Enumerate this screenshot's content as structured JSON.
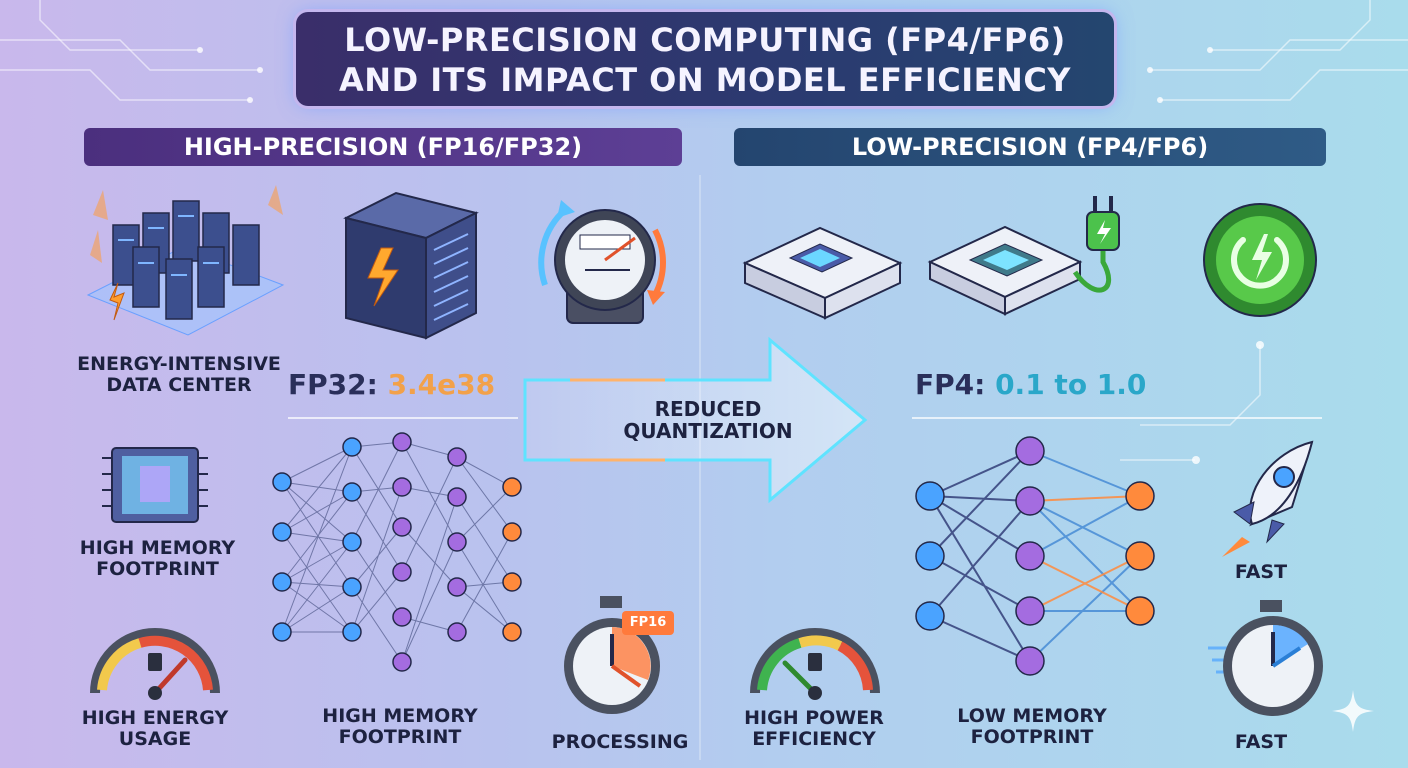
{
  "title": {
    "line1": "LOW-PRECISION COMPUTING (FP4/FP6)",
    "line2": "AND ITS IMPACT ON MODEL EFFICIENCY"
  },
  "left": {
    "header": "HIGH-PRECISION (FP16/FP32)",
    "datacenter_label_1": "ENERGY-INTENSIVE",
    "datacenter_label_2": "DATA CENTER",
    "range_prefix": "FP32: ",
    "range_value": "3.4e38",
    "memory_chip_label_1": "HIGH MEMORY",
    "memory_chip_label_2": "FOOTPRINT",
    "energy_label_1": "HIGH ENERGY",
    "energy_label_2": "USAGE",
    "network_label_1": "HIGH MEMORY",
    "network_label_2": "FOOTPRINT",
    "processing_label": "PROCESSING",
    "timer_badge": "FP16"
  },
  "center": {
    "arrow_label_1": "REDUCED",
    "arrow_label_2": "QUANTIZATION"
  },
  "right": {
    "header": "LOW-PRECISION (FP4/FP6)",
    "range_prefix": "FP4: ",
    "range_value": "0.1 to 1.0",
    "power_label_1": "HIGH POWER",
    "power_label_2": "EFFICIENCY",
    "network_label_1": "LOW MEMORY",
    "network_label_2": "FOOTPRINT",
    "rocket_label": "FAST",
    "timer_label": "FAST"
  },
  "colors": {
    "accent_orange": "#f2a14a",
    "accent_cyan": "#5fe3ff",
    "purple_dark": "#4b2f7e",
    "navy": "#24456f"
  }
}
